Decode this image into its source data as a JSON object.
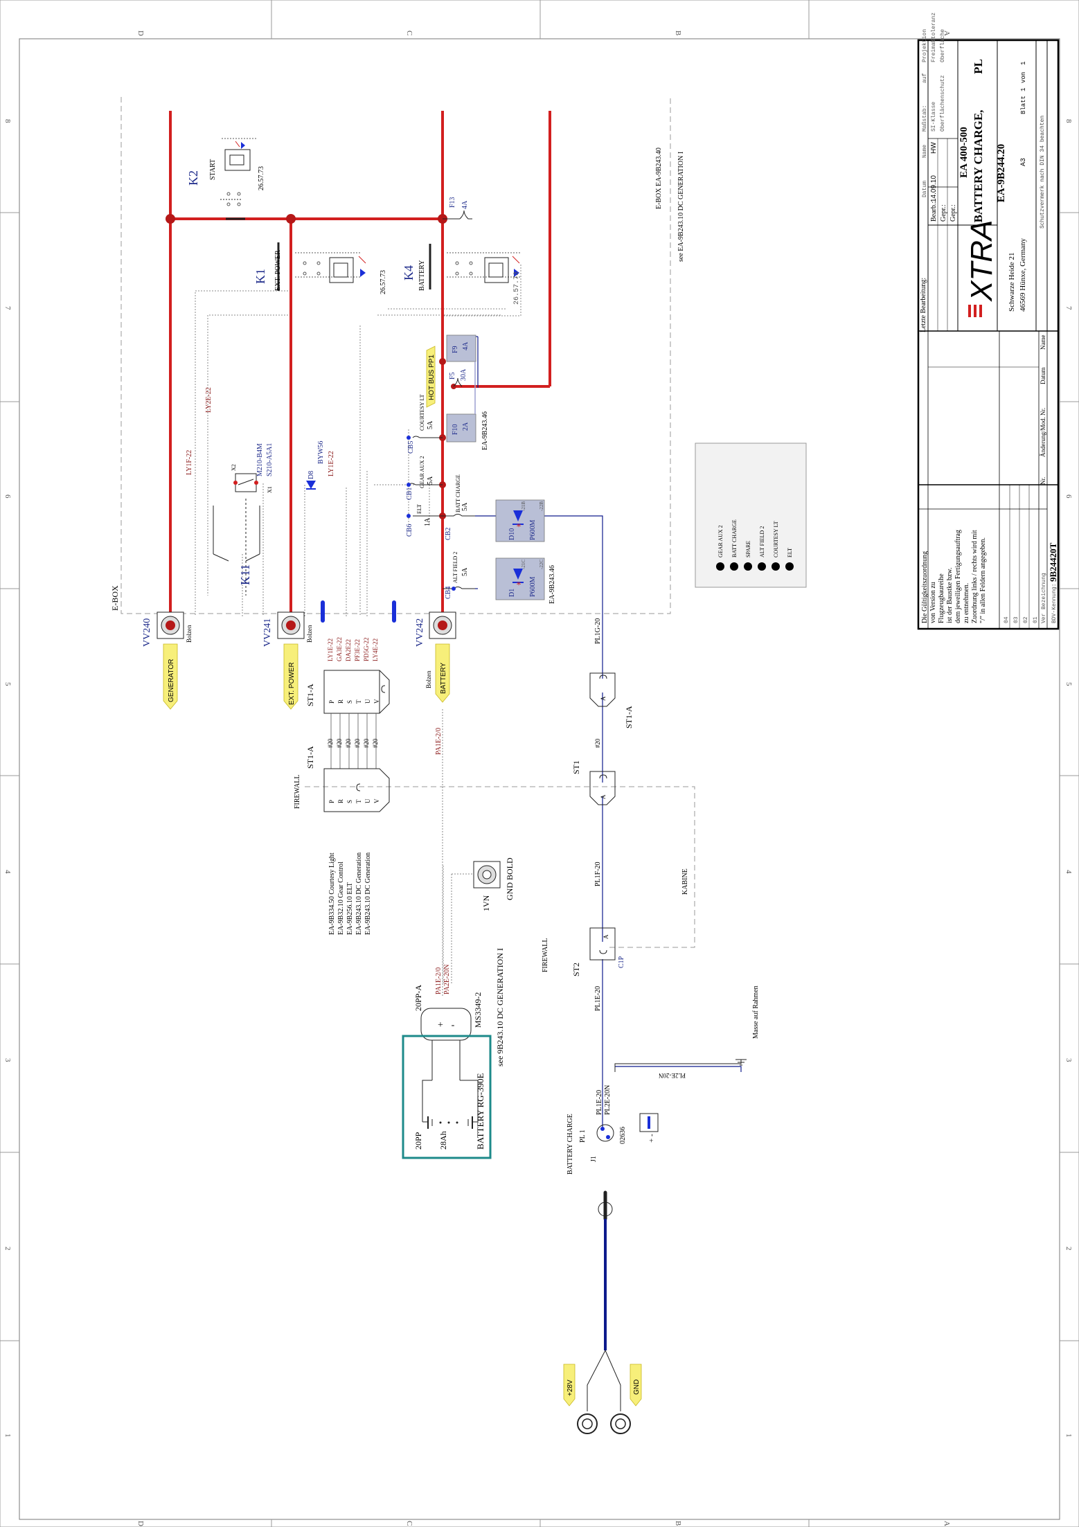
{
  "frame": {
    "zone_letters": [
      "D",
      "C",
      "B",
      "A"
    ],
    "zone_numbers": [
      "8",
      "7",
      "6",
      "5",
      "4",
      "3",
      "2",
      "1"
    ]
  },
  "title_block": {
    "header_note": "Letzte Bearbeitung:",
    "scale_labels": [
      "Maßstab:",
      "auf",
      "Projektion",
      "SI-Klasse",
      "Freimaßtoleranz",
      "Oberflächenschutz",
      "Oberfläche"
    ],
    "date_header": "Datum",
    "name_header": "Name",
    "bearb_label": "Bearb.:",
    "bearb_date": "14.09.10",
    "bearb_name": "HW",
    "gepr1": "Gepr.:",
    "gepr2": "Gepr.:",
    "project": "EA 400-500",
    "title": "BATTERY CHARGE,",
    "title_suffix": "PL",
    "drawing_no": "EA-9B244.20",
    "format": "A3",
    "sheet_label": "Blatt",
    "sheet_no": "1",
    "sheet_of": "von",
    "sheet_total": "1",
    "protection_note": "Schutzvermerk nach DIN 34 beachten",
    "company_logo": "XTRA",
    "address1": "Schwarze Heide 21",
    "address2": "46569 Hünxe, Germany",
    "validity_lines": [
      "Die Gültigkeitszuordnung",
      "von Version zu",
      "Flugzeugbaureihe",
      "ist der Baustke bzw.",
      "dem jeweiligen Fertigungsauftrag",
      "zu entnehmen.",
      "Zuordnung links / rechts wird mit",
      "\"/\" in allen Feldern angegeben."
    ],
    "revision_rows": [
      "04",
      "03",
      "02",
      "01"
    ],
    "rev_header_ver": "Ver",
    "rev_header_desc": "Bezeichnung",
    "rev_header_nr": "Nr.",
    "rev_header_change": "Änderung/Mod. Nr.",
    "rev_header_date": "Datum",
    "rev_header_name": "Name",
    "bdv_label": "BDV-Kennung:",
    "bdv_value": "9B24420T"
  },
  "ebox": {
    "label": "E-BOX",
    "ref_title": "E-BOX  EA-9B243.40",
    "ref_see": "see EA-9B243.10 DC GENERATION I"
  },
  "relays": {
    "k2": {
      "name": "K2",
      "function": "START",
      "part": "26.57.73"
    },
    "k1": {
      "name": "K1",
      "function": "EXT. POWER",
      "part": "26.57.73"
    },
    "k4": {
      "name": "K4",
      "function": "BATTERY",
      "part": "26.57.73"
    },
    "k11": {
      "name": "K11",
      "part1": "M210-B4M",
      "part2": "S210-A5A1",
      "x1": "X1",
      "x2": "X2"
    }
  },
  "wires": {
    "ly1f": "LY1F-22",
    "ly2e_top": "LY2E-22",
    "ly1e": "LY1E-22",
    "pa1e": "PA1E-2/0",
    "pa1e_b": "PA1E-2/0",
    "pa2e": "PA2E-20N",
    "pl1g": "PL1G-20",
    "pl1f": "PL1F-20",
    "pl1e_top": "PL1E-20",
    "pl1e": "PL1E-20",
    "pl2e": "PL2E-20N",
    "pl2e_gnd": "PL2E-20N",
    "conn_wires": [
      "LY1E-22",
      "GA3E-22",
      "DA2E22",
      "PF3E-22",
      "PD5G-22",
      "LY4E-22"
    ],
    "gauge": [
      "#20",
      "#20",
      "#20",
      "#20",
      "#20",
      "#20"
    ],
    "gauge_single": "#20"
  },
  "diodes": {
    "d8": {
      "name": "D8",
      "part": "BYW56"
    },
    "d10": {
      "name": "D10",
      "part": "P600M",
      "pins": [
        "-21B",
        "-22B"
      ]
    },
    "d1": {
      "name": "D1",
      "part": "P600M",
      "pins": [
        "-21C",
        "-22C"
      ]
    },
    "d_ref": "EA-9B243.46"
  },
  "breakers": {
    "cb5": {
      "name": "CB5",
      "function": "COURTESY LT",
      "rating": "5A"
    },
    "cb1": {
      "name": "CB1",
      "function": "GEAR AUX 2",
      "rating": "5A",
      "sub": "ELT"
    },
    "cb6": {
      "name": "CB6",
      "rating": "1A"
    },
    "cb2": {
      "name": "CB2",
      "function": "BATT CHARGE",
      "rating": "5A"
    },
    "cb4": {
      "name": "CB4",
      "function": "ALT FIELD 2",
      "rating": "5A"
    },
    "cb_ref": "EA-9B243.46"
  },
  "fuses": {
    "f13": {
      "name": "F13",
      "rating": "4A"
    },
    "f9": {
      "name": "F9",
      "rating": "4A"
    },
    "f5": {
      "name": "F5",
      "rating": "30A"
    },
    "f10": {
      "name": "F10",
      "rating": "2A"
    },
    "hot_bus": "HOT BUS PP1"
  },
  "studs": {
    "vv240": {
      "name": "VV240",
      "sub": "Bolzen",
      "tag": "GENERATOR"
    },
    "vv241": {
      "name": "VV241",
      "sub": "Bolzen",
      "tag": "EXT. POWER"
    },
    "vv242": {
      "name": "VV242",
      "sub": "Bolzen",
      "tag": "BATTERY"
    }
  },
  "legend_panel": {
    "items": [
      "GEAR AUX 2",
      "BATT CHARGE",
      "SPARE",
      "ALT FIELD 2",
      "COURTESY LT",
      "ELT"
    ]
  },
  "connectors": {
    "st1a_top": "ST1-A",
    "st1a_mid": "ST1-A",
    "st1a_right": "ST1-A",
    "st1": "ST1",
    "st2": "ST2",
    "firewall1": "FIREWALL",
    "firewall2": "FIREWALL",
    "kabine": "KABINE",
    "pins": [
      "P",
      "R",
      "S",
      "T",
      "U",
      "V"
    ],
    "pin_a": "A",
    "c1p": "C1P",
    "references": [
      "EA-9B334.50 Courtesy Light",
      "EA-9B32.10 Gear Control",
      "EA-9B256.10 ELT",
      "EA-9B243.10 DC Generation",
      "EA-9B243.10 DC Generation"
    ]
  },
  "battery": {
    "conn": "20PP-A",
    "conn_part": "MS3349-2",
    "see_ref": "see 9B243.10  DC GENERATION I",
    "label1": "20PP",
    "label2": "28Ah",
    "battery_label": "BATTERY  RG-390E",
    "plus": "+",
    "minus": "-"
  },
  "ground": {
    "ivn": "1VN",
    "gnd_bold": "GND BOLD",
    "masse": "Masse auf Rahmen"
  },
  "charge_jack": {
    "title": "BATTERY CHARGE",
    "pl1": "PL 1",
    "j1": "J1",
    "part": "02636",
    "tag_28v": "+28V",
    "tag_gnd": "GND",
    "plus_minus": "+ -"
  },
  "colors": {
    "bus": "#d21f1f",
    "wire_blue": "#0d1a8c",
    "wire_gray": "#8a8a8a",
    "label_blue": "#1d2a8a",
    "label_red": "#8b1a1a",
    "tag_yellow": "#f7ef7a",
    "teal": "#1d8a8a",
    "fuse_fill": "#b9bfd6"
  }
}
